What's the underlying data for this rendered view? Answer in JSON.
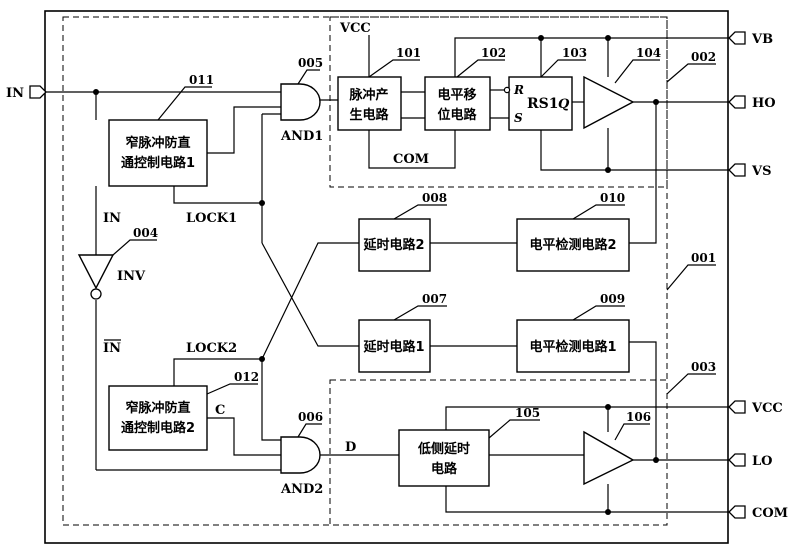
{
  "pins": {
    "in": "IN",
    "vb": "VB",
    "ho": "HO",
    "vs": "VS",
    "vcc": "VCC",
    "lo": "LO",
    "com": "COM"
  },
  "blocks": {
    "b101": [
      "脉冲产",
      "生电路"
    ],
    "b102": [
      "电平移",
      "位电路"
    ],
    "b103": "RS1",
    "b011": [
      "窄脉冲防直",
      "通控制电路1"
    ],
    "b012": [
      "窄脉冲防直",
      "通控制电路2"
    ],
    "b008": "延时电路2",
    "b007": "延时电路1",
    "b010": "电平检测电路2",
    "b009": "电平检测电路1",
    "b105": [
      "低侧延时",
      "电路"
    ]
  },
  "rs_ports": {
    "r": "R",
    "s": "S",
    "q": "Q"
  },
  "gates": {
    "and1": "AND1",
    "and2": "AND2",
    "inv": "INV"
  },
  "nets": {
    "vcc_top": "VCC",
    "com_top": "COM",
    "in_inner": "IN",
    "in_bar": "IN",
    "lock1": "LOCK1",
    "lock2": "LOCK2",
    "c": "C",
    "d": "D"
  },
  "refs": {
    "r001": "001",
    "r002": "002",
    "r003": "003",
    "r004": "004",
    "r005": "005",
    "r006": "006",
    "r007": "007",
    "r008": "008",
    "r009": "009",
    "r010": "010",
    "r011": "011",
    "r012": "012",
    "r101": "101",
    "r102": "102",
    "r103": "103",
    "r104": "104",
    "r105": "105",
    "r106": "106"
  }
}
